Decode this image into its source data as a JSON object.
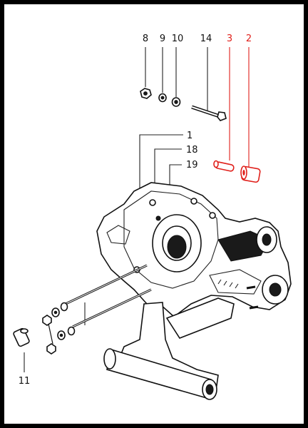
{
  "labels": {
    "p8": "8",
    "p9": "9",
    "p10": "10",
    "p14": "14",
    "p3": "3",
    "p2": "2",
    "p1": "1",
    "p18": "18",
    "p19": "19",
    "p11": "11"
  },
  "colors": {
    "frame": "#000000",
    "background": "#ffffff",
    "ink": "#111111",
    "highlight": "#e0201b"
  }
}
